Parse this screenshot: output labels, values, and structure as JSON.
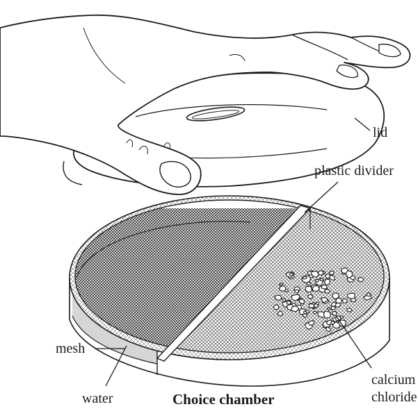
{
  "figure": {
    "title": "Choice chamber",
    "labels": {
      "lid": "lid",
      "plastic_divider": "plastic divider",
      "mesh": "mesh",
      "water": "water",
      "calcium_line1": "calcium",
      "calcium_line2": "chloride"
    },
    "colors": {
      "ink": "#1a1a1a",
      "water_fill": "#d6d6d6",
      "paper": "#ffffff"
    }
  }
}
